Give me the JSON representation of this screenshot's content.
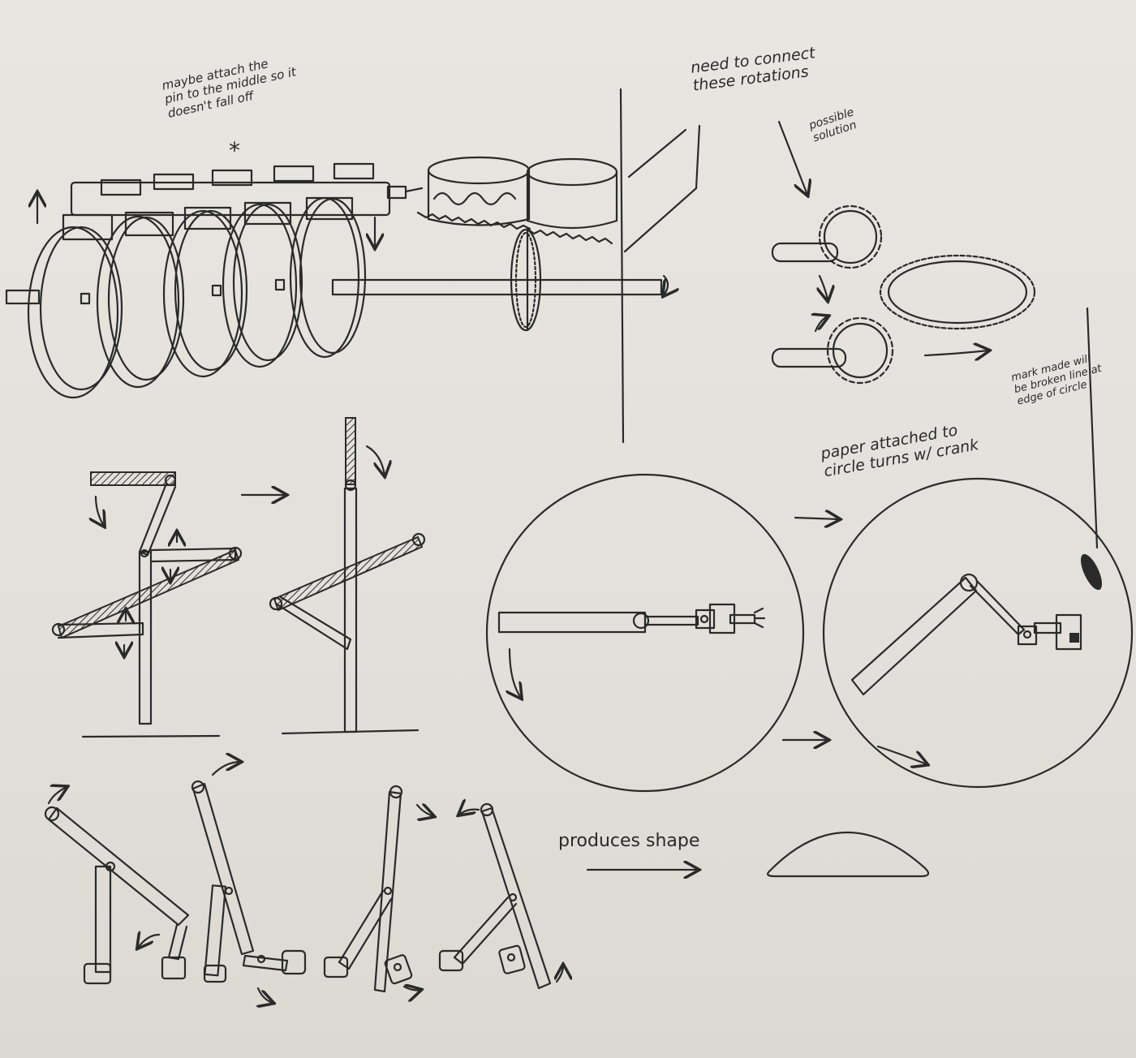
{
  "notes": {
    "pin_note": "maybe attach the\npin to the middle so it\ndoesn't fall off",
    "asterisk": "*",
    "connect_note": "need to connect\nthese rotations",
    "possible_solution": "possible\nsolution",
    "mark_note": "mark made will\nbe broken line at\nedge of circle",
    "paper_note": "paper attached to\ncircle turns w/ crank",
    "produces_shape": "produces shape"
  },
  "colors": {
    "paper": "#e6e3de",
    "ink": "#2a2a2a"
  }
}
